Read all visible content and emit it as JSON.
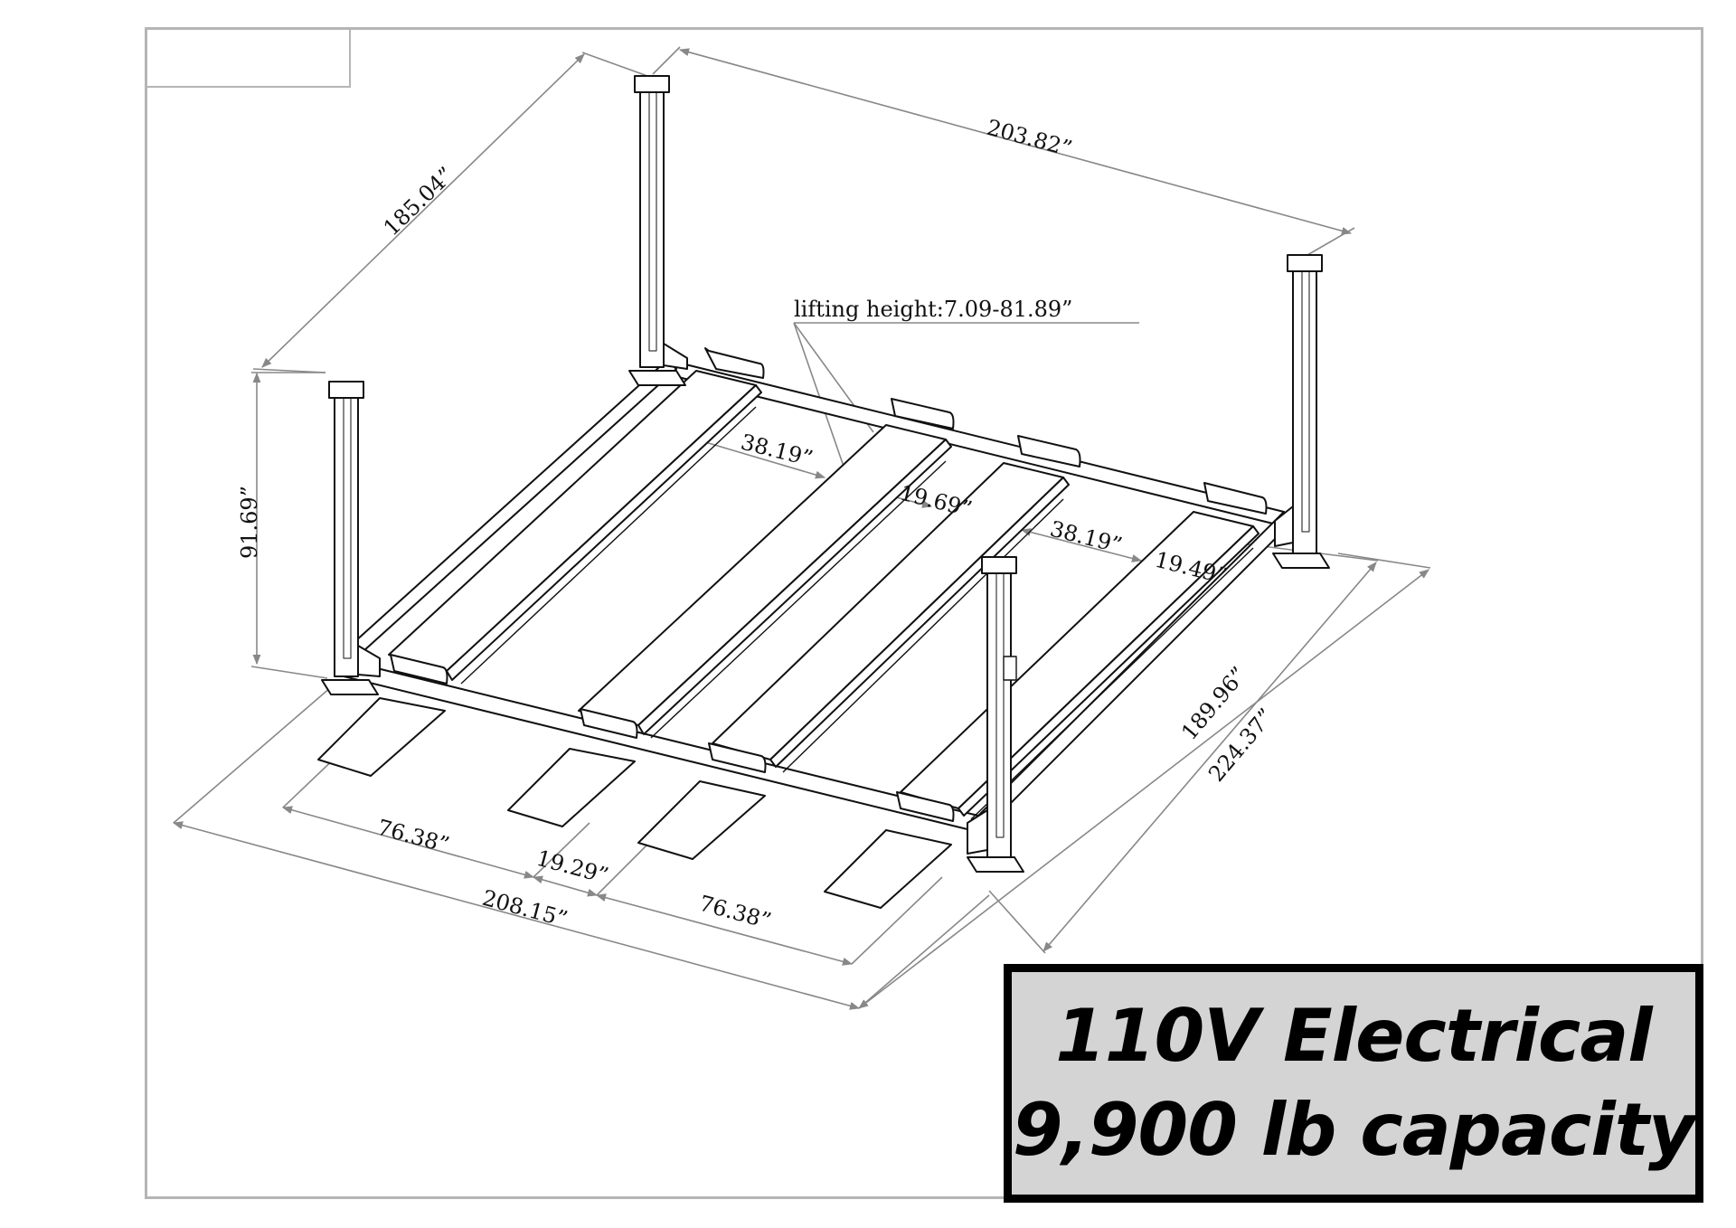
{
  "diagram": {
    "dimensions": {
      "overall_top_width": "203.82”",
      "overall_left_depth": "185.04”",
      "post_height": "91.69”",
      "lifting_height": "lifting height:7.09-81.89”",
      "runway_gap_left": "38.19”",
      "center_gap": "19.69”",
      "runway_gap_right": "38.19”",
      "runway_width_right": "19.49”",
      "inner_length": "189.96”",
      "overall_length": "224.37”",
      "bay_width_left": "76.38”",
      "center_space": "19.29”",
      "bay_width_right": "76.38”",
      "overall_front_width": "208.15”"
    }
  },
  "spec_box": {
    "line1": "110V Electrical",
    "line2": "9,900 lb capacity"
  },
  "colors": {
    "line": "#111111",
    "dim_line": "#888888",
    "frame": "#b5b5b5",
    "spec_bg": "#d4d4d4",
    "spec_border": "#000000"
  }
}
